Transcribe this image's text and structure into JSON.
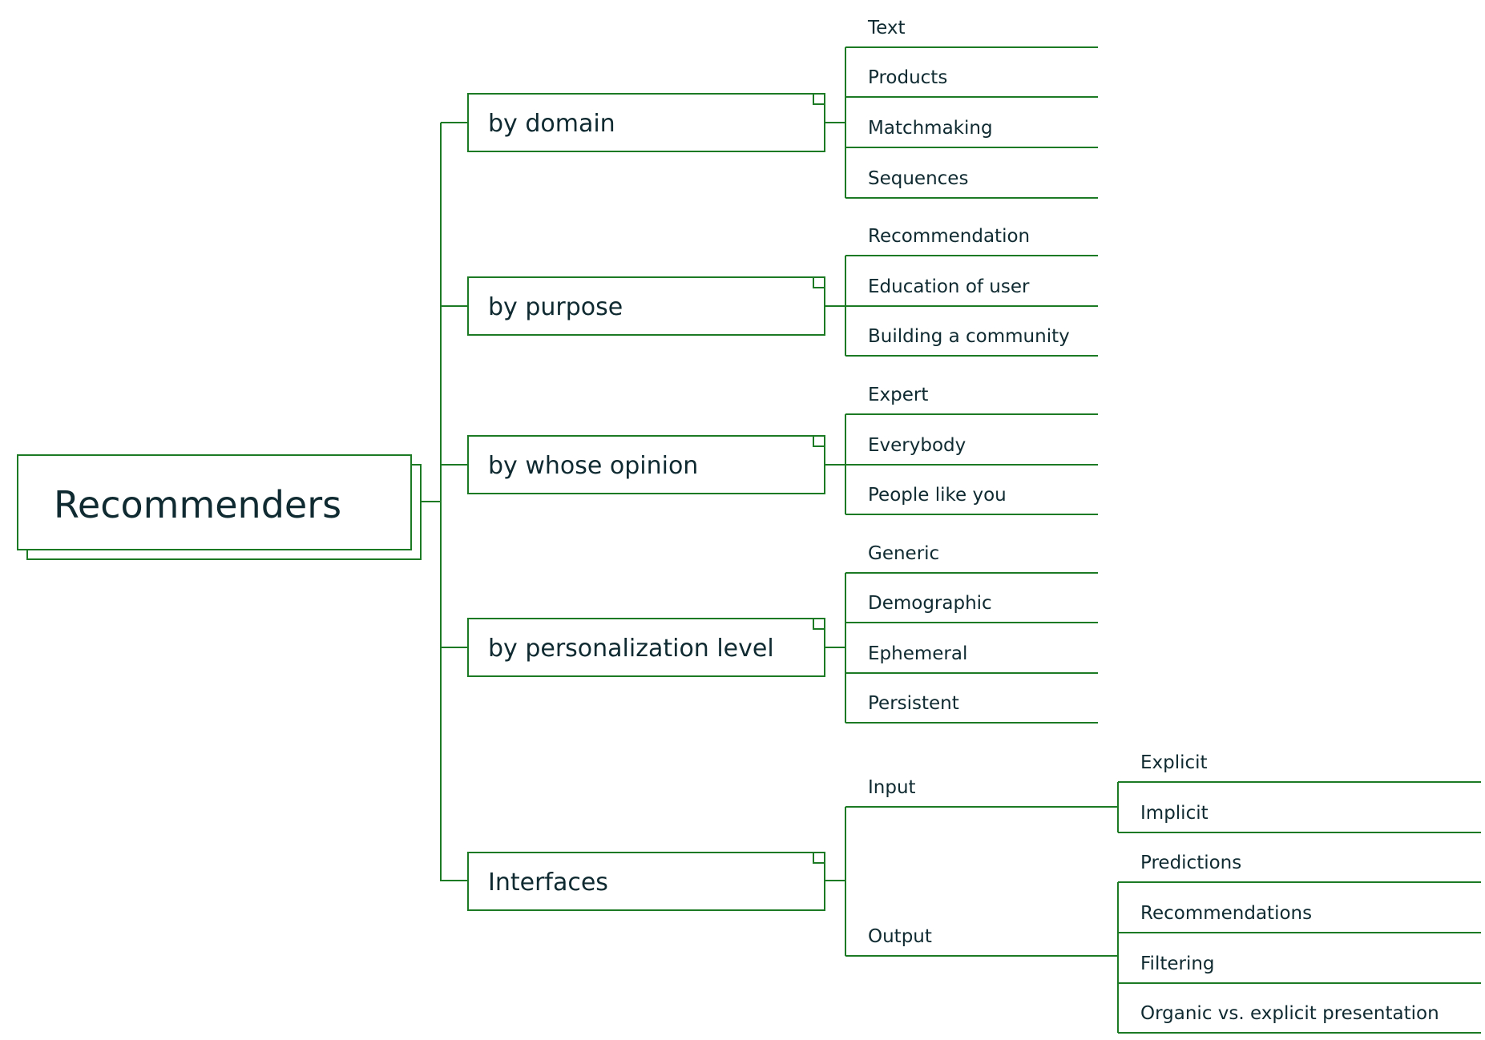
{
  "colors": {
    "line": "#1d7a24",
    "text": "#0f2a30",
    "background": "#ffffff"
  },
  "root": {
    "label": "Recommenders"
  },
  "categories": [
    {
      "label": "by domain",
      "children": [
        "Text",
        "Products",
        "Matchmaking",
        "Sequences"
      ]
    },
    {
      "label": "by purpose",
      "children": [
        "Recommendation",
        "Education of user",
        "Building a community"
      ]
    },
    {
      "label": "by whose opinion",
      "children": [
        "Expert",
        "Everybody",
        "People like you"
      ]
    },
    {
      "label": "by personalization level",
      "children": [
        "Generic",
        "Demographic",
        "Ephemeral",
        "Persistent"
      ]
    },
    {
      "label": "Interfaces",
      "children": [
        "Input",
        "Output"
      ]
    }
  ],
  "interfaces_subitems": {
    "input": [
      "Explicit",
      "Implicit"
    ],
    "output": [
      "Predictions",
      "Recommendations",
      "Filtering",
      "Organic vs. explicit presentation"
    ]
  }
}
